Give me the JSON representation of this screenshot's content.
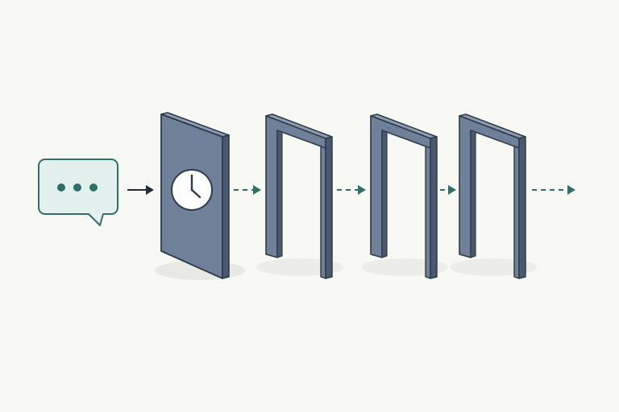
{
  "diagram": {
    "background": "#f8f8f4",
    "colors": {
      "outline": "#2d3a48",
      "gate_front": "#6f8198",
      "gate_side": "#4a5a6e",
      "gate_top": "#8b9bb0",
      "bubble_fill": "#e3f1ee",
      "bubble_stroke": "#2e6f6a",
      "dots": "#2e6f6a",
      "solid_arrow": "#222b36",
      "dashed_arrow": "#2e6f6a",
      "clock_face": "#ffffff",
      "shadow": "#e8e8e4"
    },
    "elements": [
      {
        "kind": "speech-bubble",
        "icon": "speech-bubble-icon",
        "content": "ellipsis"
      },
      {
        "kind": "solid-arrow"
      },
      {
        "kind": "closed-door",
        "icon": "clock-icon"
      },
      {
        "kind": "dashed-arrow"
      },
      {
        "kind": "open-doorframe"
      },
      {
        "kind": "dashed-arrow"
      },
      {
        "kind": "open-doorframe"
      },
      {
        "kind": "dashed-arrow"
      },
      {
        "kind": "open-doorframe"
      },
      {
        "kind": "dashed-arrow"
      }
    ]
  }
}
